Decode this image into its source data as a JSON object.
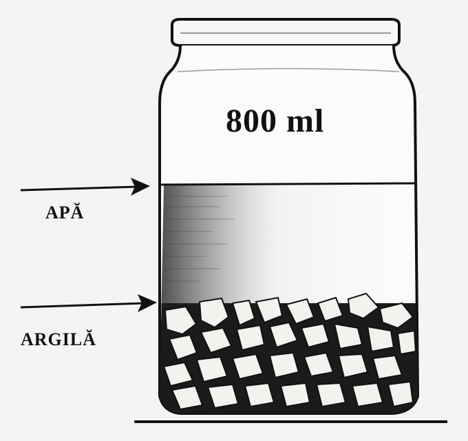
{
  "jar": {
    "volume_label": "800 ml"
  },
  "labels": {
    "water": "APĂ",
    "clay": "ARGILĂ"
  }
}
